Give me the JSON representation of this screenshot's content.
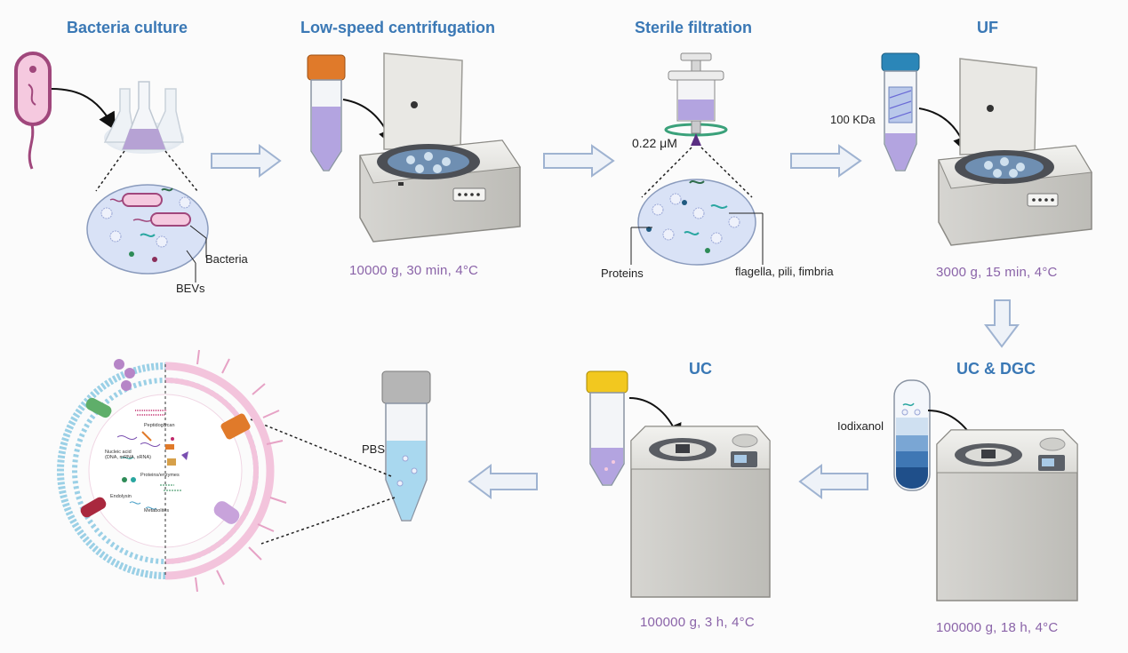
{
  "steps": {
    "culture": {
      "title": "Bacteria culture",
      "label_bacteria": "Bacteria",
      "label_bevs": "BEVs"
    },
    "lowspeed": {
      "title": "Low-speed centrifugation",
      "condition": "10000 g,  30 min,  4°C"
    },
    "filtration": {
      "title": "Sterile filtration",
      "filter_size": "0.22  μM",
      "label_proteins": "Proteins",
      "label_appendages": "flagella, pili, fimbria"
    },
    "uf": {
      "title": "UF",
      "cutoff": "100 KDa",
      "condition": "3000 g,  15 min,  4°C"
    },
    "ucdgc": {
      "title": "UC  & DGC",
      "medium": "Iodixanol",
      "condition": "100000 g,  18 h,  4°C"
    },
    "uc": {
      "title": "UC",
      "condition": "100000 g,  3 h,  4°C"
    },
    "final": {
      "buffer": "PBS"
    }
  },
  "vesicle_contents": {
    "peptidoglycan": "Peptidoglycan",
    "nucleic_acid": "Nucleic acid\n(DNA, mRNA, sRNA)",
    "proteins": "Proteins/enzymes",
    "endolysin": "Endolysin",
    "metabolites": "Metabolites"
  },
  "colors": {
    "title_blue": "#3a78b5",
    "condition_purple": "#8a63a8",
    "arrow_fill": "#eef2f8",
    "arrow_stroke": "#9fb3d1",
    "liquid_purple": "#b3a4e0",
    "gradient_blue": "#1f4f8a",
    "pbs_blue": "#a9d8ef"
  }
}
